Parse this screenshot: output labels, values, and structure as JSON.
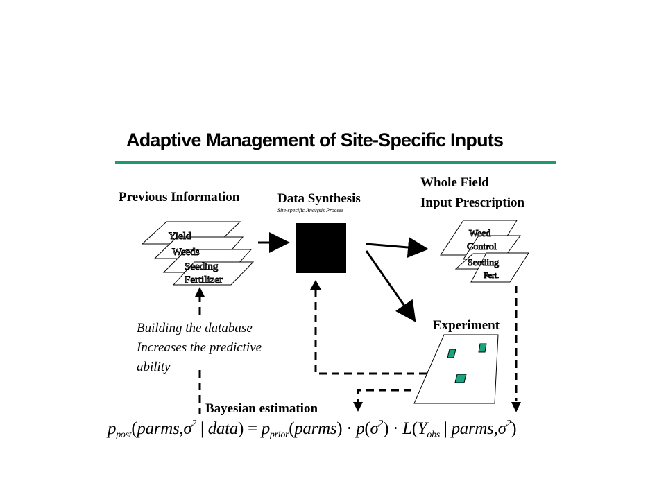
{
  "title": "Adaptive Management of Site-Specific Inputs",
  "previous_information": {
    "heading": "Previous Information",
    "layers": [
      "Yield",
      "Weeds",
      "Seeding",
      "Fertilizer"
    ]
  },
  "data_synthesis": {
    "heading": "Data Synthesis",
    "subheading": "Site-specific Analysis Process"
  },
  "prescription": {
    "heading_line1": "Whole Field",
    "heading_line2": "Input Prescription",
    "layers": [
      "Weed",
      "Control",
      "Seeding",
      "Fert."
    ]
  },
  "experiment": {
    "heading": "Experiment"
  },
  "database_note": {
    "line1": "Building the database",
    "line2": "Increases the predictive",
    "line3": "ability"
  },
  "bayesian": {
    "label": "Bayesian estimation",
    "formula": "p_post(parms, σ² | data) = p_prior(parms) · p(σ²) · L(Y_obs | parms, σ²)"
  },
  "colors": {
    "accent_rule": "#1f9a6e",
    "plot_fill": "#1aa37f"
  }
}
